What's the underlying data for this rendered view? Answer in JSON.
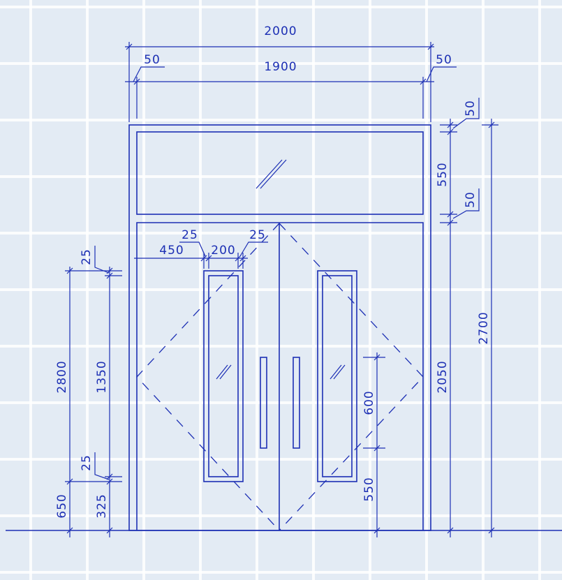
{
  "drawing": {
    "colors": {
      "ink": "#1c2fb4",
      "paper": "#e3ebf4",
      "grid": "#ffffff"
    },
    "dimensions": {
      "overall_width": "2000",
      "inner_width": "1900",
      "frame_left": "50",
      "frame_right": "50",
      "top_frame": "50",
      "transom_height": "550",
      "transom_bottom_frame": "50",
      "door_height": "2050",
      "overall_height": "2700",
      "panel_gap_left": "25",
      "panel_gap_right": "25",
      "panel_offset": "450",
      "panel_width": "200",
      "window_top_gap": "25",
      "window_height": "1350",
      "window_bottom_gap": "25",
      "window_sill": "325",
      "total_2800": "2800",
      "base_650": "650",
      "handle_length": "600",
      "handle_height": "550"
    }
  }
}
